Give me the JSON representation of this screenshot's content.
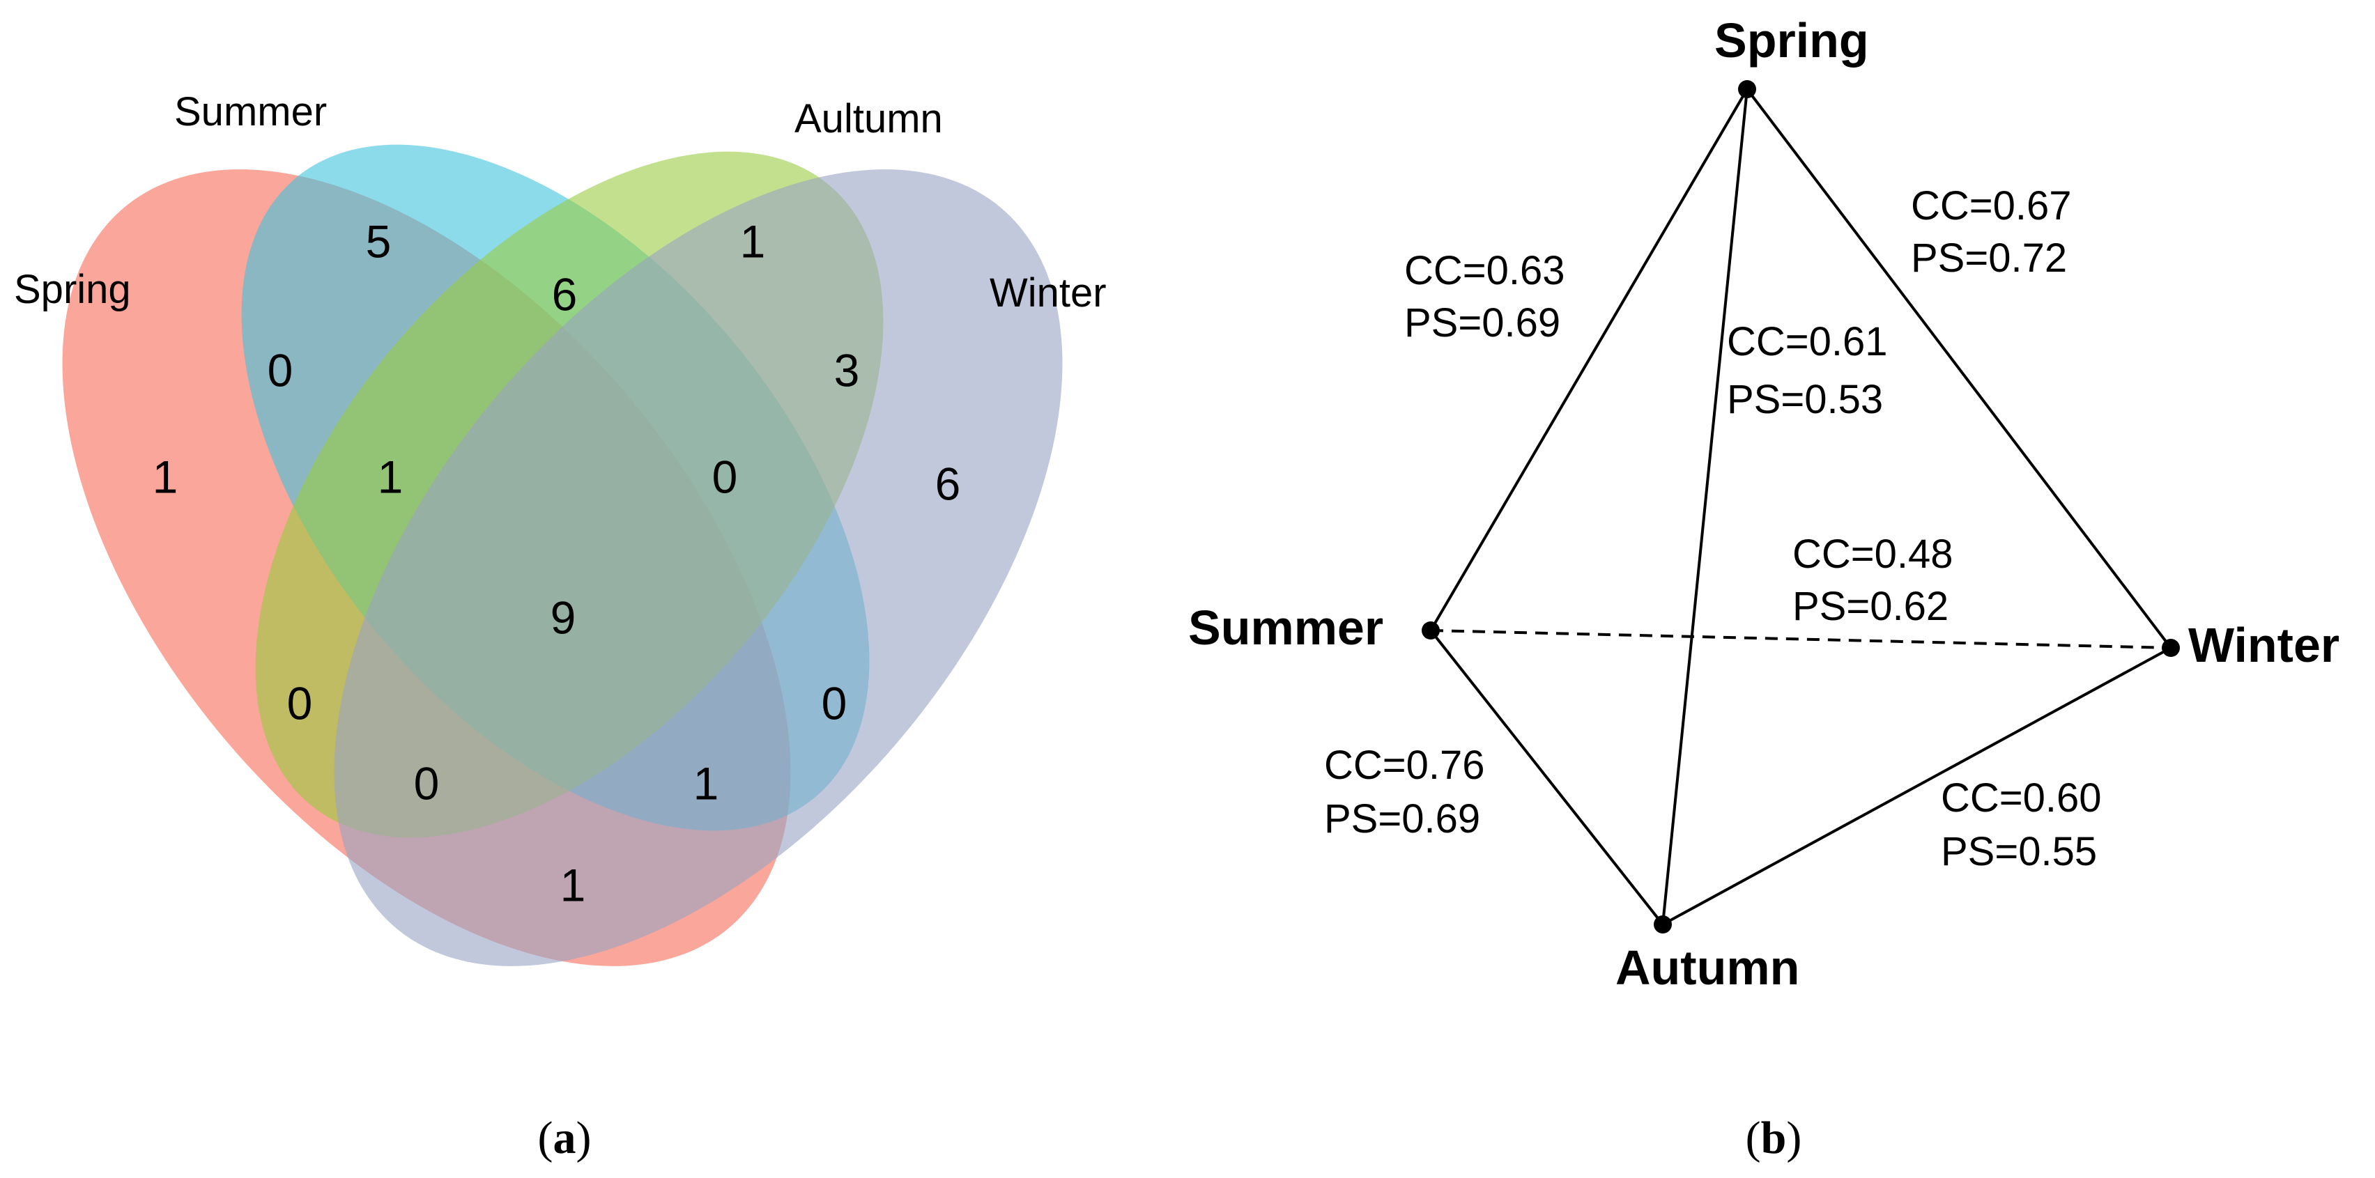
{
  "panel_a": {
    "caption_open": "(",
    "caption_letter": "a",
    "caption_close": ")",
    "sets": [
      {
        "id": "spring",
        "label": "Spring",
        "color": "#F8806F"
      },
      {
        "id": "summer",
        "label": "Summer",
        "color": "#3FC3DC"
      },
      {
        "id": "autumn",
        "label": "Aultumn",
        "color": "#9ACC41"
      },
      {
        "id": "winter",
        "label": "Winter",
        "color": "#97A3C3"
      }
    ],
    "regions": [
      {
        "sets": "Spring",
        "count": "1"
      },
      {
        "sets": "Summer",
        "count": "5"
      },
      {
        "sets": "Autumn",
        "count": "1"
      },
      {
        "sets": "Winter",
        "count": "6"
      },
      {
        "sets": "Spring+Summer",
        "count": "0"
      },
      {
        "sets": "Summer+Autumn",
        "count": "6"
      },
      {
        "sets": "Autumn+Winter",
        "count": "3"
      },
      {
        "sets": "Spring+Summer+Autumn",
        "count": "1"
      },
      {
        "sets": "Summer+Autumn+Winter",
        "count": "0"
      },
      {
        "sets": "All",
        "count": "9"
      },
      {
        "sets": "Spring+Autumn",
        "count": "0"
      },
      {
        "sets": "Summer+Winter",
        "count": "0"
      },
      {
        "sets": "Spring+Autumn+Winter",
        "count": "0"
      },
      {
        "sets": "Spring+Summer+Winter",
        "count": "1"
      },
      {
        "sets": "Spring+Winter",
        "count": "1"
      }
    ]
  },
  "panel_b": {
    "caption_open": "(",
    "caption_letter": "b",
    "caption_close": ")",
    "nodes": [
      {
        "id": "spring",
        "label": "Spring"
      },
      {
        "id": "summer",
        "label": "Summer"
      },
      {
        "id": "winter",
        "label": "Winter"
      },
      {
        "id": "autumn",
        "label": "Autumn"
      }
    ],
    "edges": [
      {
        "from": "spring",
        "to": "summer",
        "cc": "CC=0.63",
        "ps": "PS=0.69",
        "style": "solid"
      },
      {
        "from": "spring",
        "to": "winter",
        "cc": "CC=0.67",
        "ps": "PS=0.72",
        "style": "solid"
      },
      {
        "from": "spring",
        "to": "autumn",
        "cc": "CC=0.61",
        "ps": "PS=0.53",
        "style": "solid"
      },
      {
        "from": "summer",
        "to": "winter",
        "cc": "CC=0.48",
        "ps": "PS=0.62",
        "style": "dashed"
      },
      {
        "from": "summer",
        "to": "autumn",
        "cc": "CC=0.76",
        "ps": "PS=0.69",
        "style": "solid"
      },
      {
        "from": "autumn",
        "to": "winter",
        "cc": "CC=0.60",
        "ps": "PS=0.55",
        "style": "solid"
      }
    ]
  }
}
